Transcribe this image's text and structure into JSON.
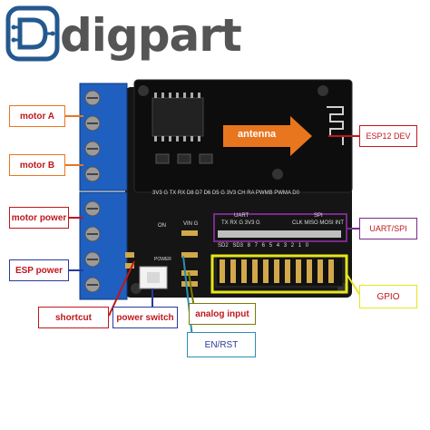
{
  "brand": {
    "name": "digpart",
    "logo_letter": "D"
  },
  "board": {
    "antenna": "antenna",
    "top_pins": "3V3 G TX RX D8 D7 D6 D5 G 3V3 CH RA PWMB PWMA D0",
    "on_label": "ON",
    "vin_g": "VIN G",
    "power": "POWER",
    "uart": "UART",
    "spi": "SPI",
    "uart_pins": "TX RX G 3V3 G",
    "spi_pins": "CLK MISO MOSI INT",
    "gpio_pins": "SD2 SD3 8 7 6 5 4 3 2 1 0"
  },
  "labels": {
    "motor_a": "motor A",
    "motor_b": "motor B",
    "motor_power": "motor power",
    "esp_power": "ESP power",
    "shortcut": "shortcut",
    "power_switch": "power switch",
    "analog_input": "analog input",
    "en_rst": "EN/RST",
    "esp12_dev": "ESP12 DEV",
    "uart_spi": "UART/SPI",
    "gpio": "GPIO"
  },
  "colors": {
    "orange": "#e8761e",
    "red": "#c0171d",
    "blue": "#2a3a9a",
    "olive": "#7a7a08",
    "yellow": "#e6e61c",
    "teal": "#2a8fb0",
    "purple": "#7a2a8a"
  }
}
